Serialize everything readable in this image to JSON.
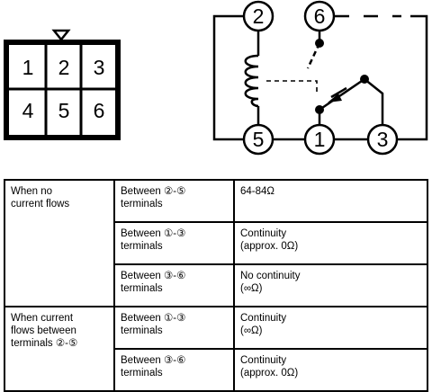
{
  "connector": {
    "pins": [
      "1",
      "2",
      "3",
      "4",
      "5",
      "6"
    ]
  },
  "schematic": {
    "terminals": [
      "2",
      "6",
      "5",
      "1",
      "3"
    ]
  },
  "table": {
    "rows": [
      {
        "condition": "When no\ncurrent flows",
        "between": "Between ②-⑤\nterminals",
        "result": "64-84Ω"
      },
      {
        "condition": "",
        "between": "Between ①-③\nterminals",
        "result": "Continuity\n(approx. 0Ω)"
      },
      {
        "condition": "",
        "between": "Between ③-⑥\nterminals",
        "result": "No continuity\n(∞Ω)"
      },
      {
        "condition": "When current\nflows between\nterminals ②-⑤",
        "between": "Between ①-③\nterminals",
        "result": "Continuity\n(∞Ω)"
      },
      {
        "condition": "",
        "between": "Between ③-⑥\nterminals",
        "result": "Continuity\n(approx. 0Ω)"
      }
    ]
  }
}
